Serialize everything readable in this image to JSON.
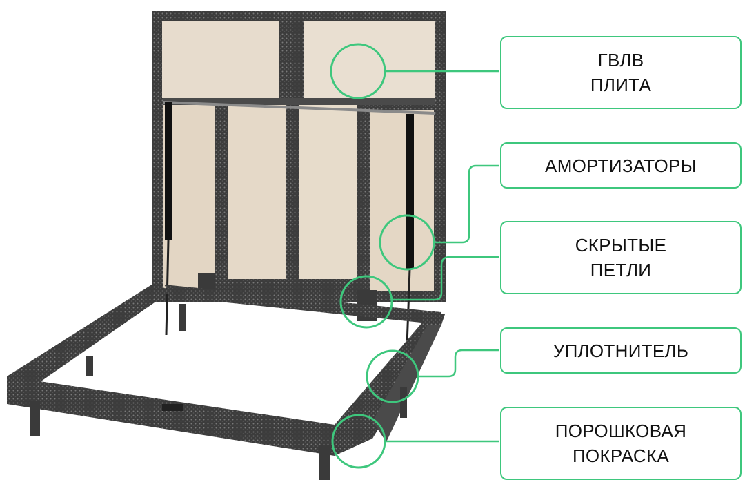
{
  "labels": {
    "gvlv": [
      "ГВЛВ",
      "ПЛИТА"
    ],
    "amortizatory": [
      "АМОРТИЗАТОРЫ"
    ],
    "petli": [
      "СКРЫТЫЕ",
      "ПЕТЛИ"
    ],
    "uplotnitel": [
      "УПЛОТНИТЕЛЬ"
    ],
    "pokraska": [
      "ПОРОШКОВАЯ",
      "ПОКРАСКА"
    ]
  },
  "colors": {
    "accent": "#3ec77d",
    "frame": "#3a3a3a",
    "board": "#e6d9c8",
    "text": "#111111"
  }
}
